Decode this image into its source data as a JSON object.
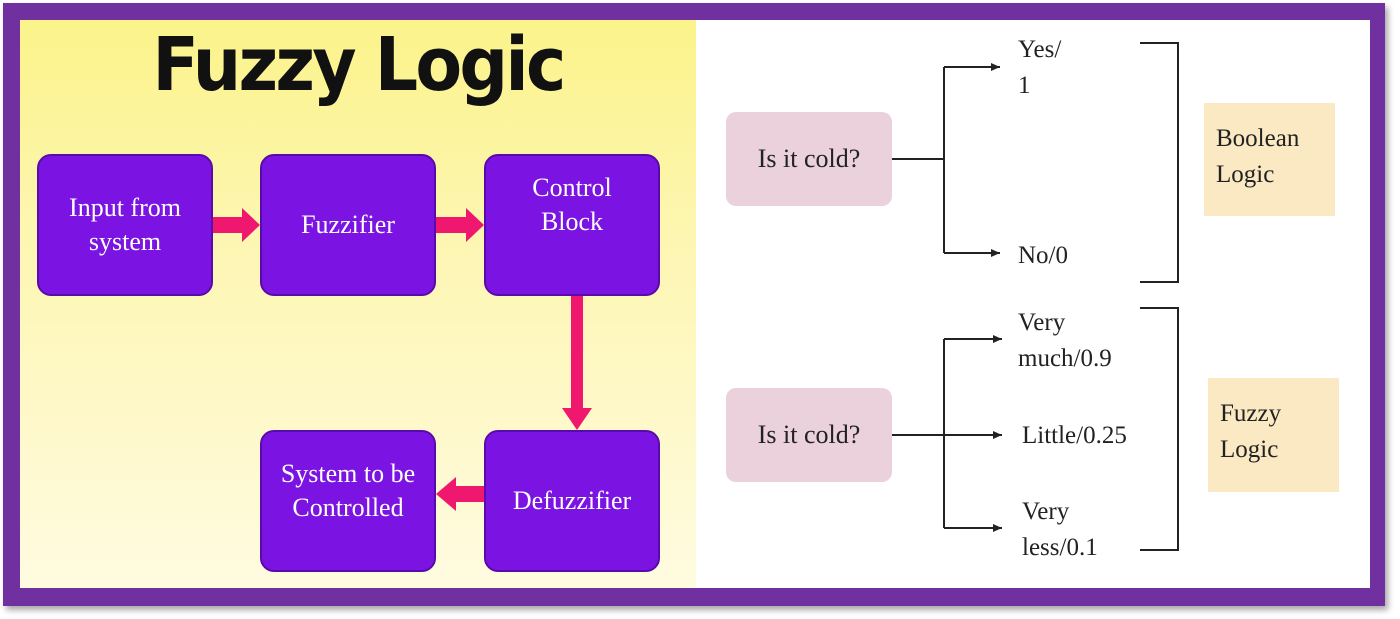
{
  "title": "Fuzzy Logic",
  "blocks": {
    "input_line1": "Input from",
    "input_line2": "system",
    "fuzzifier": "Fuzzifier",
    "control_line1": "Control",
    "control_line2": "Block",
    "defuzzifier": "Defuzzifier",
    "system_line1": "System to be",
    "system_line2": "Controlled"
  },
  "boolean": {
    "question": "Is it cold?",
    "yes_line1": "Yes/",
    "yes_line2": "1",
    "no": "No/0",
    "label_line1": "Boolean",
    "label_line2": "Logic"
  },
  "fuzzy": {
    "question": "Is it cold?",
    "very_much_line1": "Very",
    "very_much_line2": "much/0.9",
    "little": "Little/0.25",
    "very_less_line1": "Very",
    "very_less_line2": "less/0.1",
    "label_line1": "Fuzzy",
    "label_line2": "Logic"
  },
  "colors": {
    "frame": "#7030a0",
    "block": "#7b13e3",
    "arrow": "#f0186e",
    "question_box": "#ead1dc",
    "logic_box": "#fbe9c3"
  }
}
